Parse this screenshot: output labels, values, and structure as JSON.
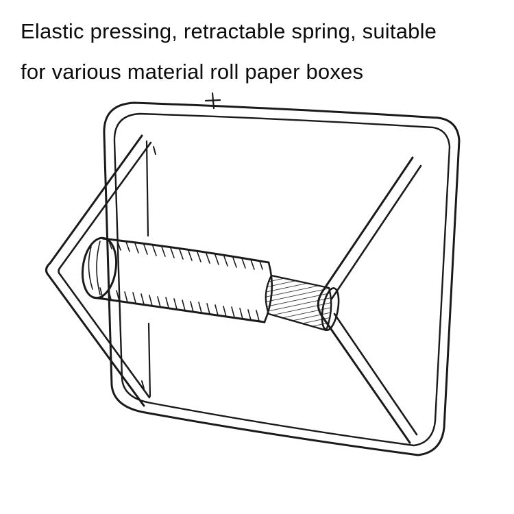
{
  "caption": {
    "line1": "Elastic pressing, retractable spring, suitable",
    "line2": "for various material roll paper boxes"
  },
  "illustration": {
    "subject": "spring-loaded roll paper holder line drawing",
    "parts": [
      "wall-plate",
      "left-spring-arm",
      "right-spring-arm",
      "roller-tube",
      "spring-shaft",
      "end-cap"
    ]
  },
  "colors": {
    "background": "#ffffff",
    "line": "#1a1a1a",
    "text": "#0c0c0c"
  }
}
